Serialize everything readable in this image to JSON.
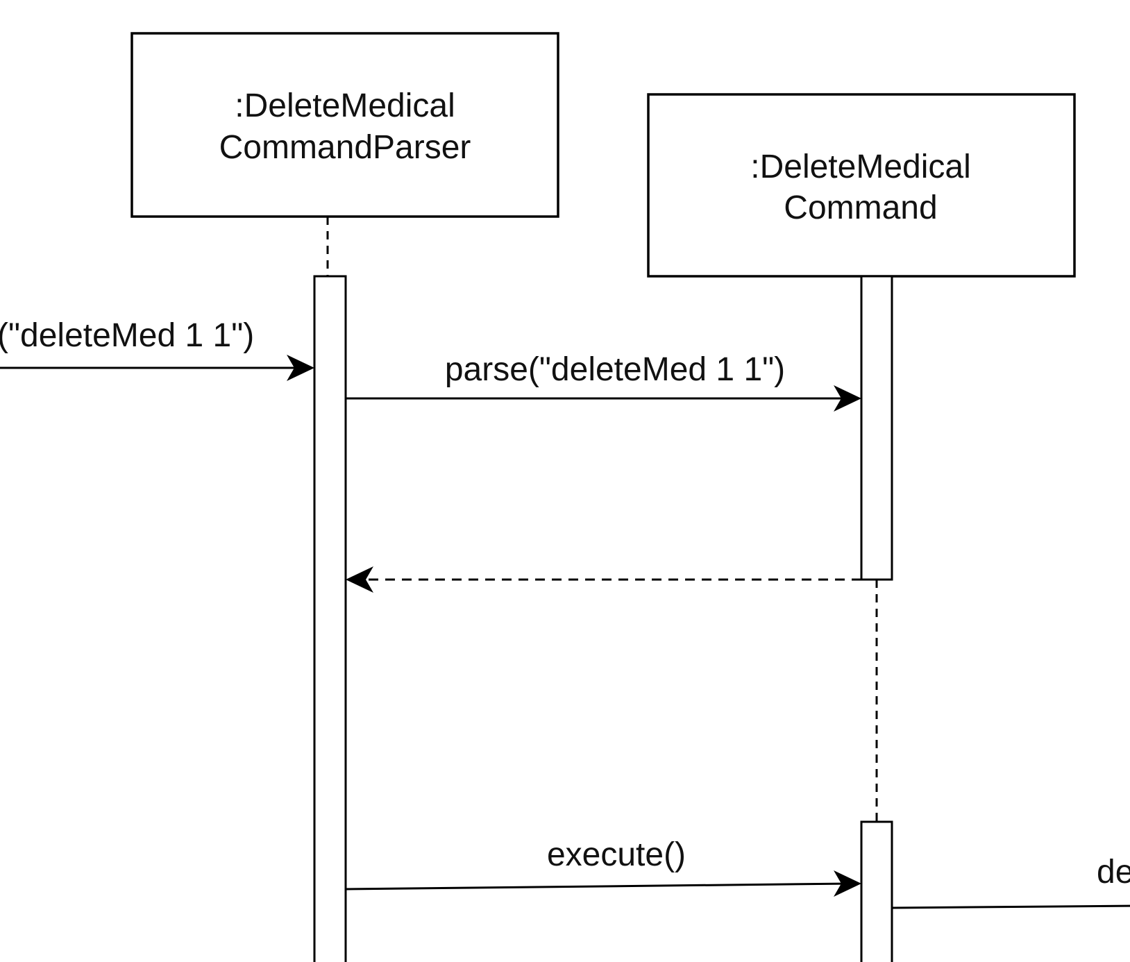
{
  "participants": {
    "parser": {
      "line1": ":DeleteMedical",
      "line2": "CommandParser"
    },
    "command": {
      "line1": ":DeleteMedical",
      "line2": "Command"
    }
  },
  "messages": {
    "incoming": "(\"deleteMed 1 1\")",
    "parse": "parse(\"deleteMed 1 1\")",
    "execute": "execute()",
    "outgoing_partial": "de"
  }
}
